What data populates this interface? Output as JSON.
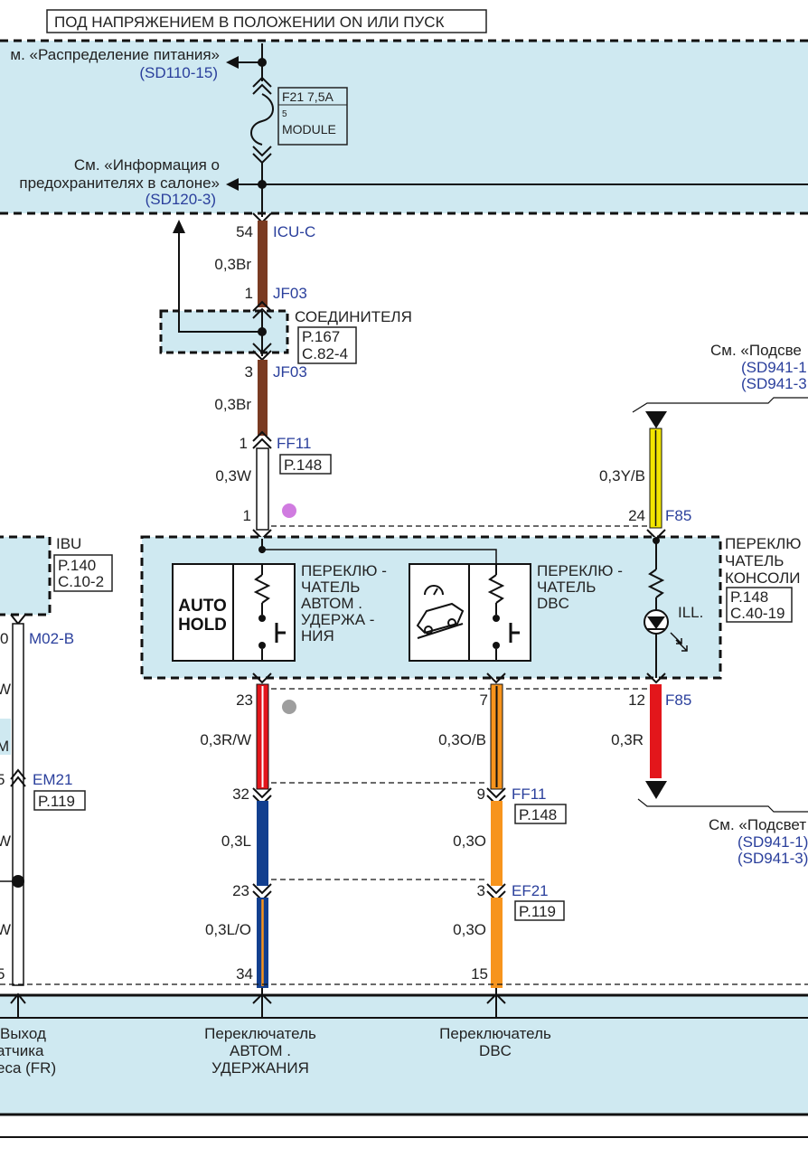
{
  "header": {
    "title": "ПОД НАПРЯЖЕНИЕМ  В ПОЛОЖЕНИИ ON  ИЛИ ПУСК"
  },
  "refs": {
    "power_dist_text": "м. «Распределение  питания»",
    "power_dist_code": "(SD110-15)",
    "fuse_info_line1": "См. «Информация о",
    "fuse_info_line2": "предохранителях  в салоне»",
    "fuse_info_code": "(SD120-3)",
    "backlight_top_text": "См. «Подсве",
    "backlight_top_code1": "(SD941-1",
    "backlight_top_code2": "(SD941-3",
    "backlight_bottom_text": "См. «Подсвет",
    "backlight_bottom_code1": "(SD941-1)",
    "backlight_bottom_code2": "(SD941-3)"
  },
  "fuse": {
    "name": "F21 7,5A",
    "pin": "5",
    "label": "MODULE"
  },
  "connectors": {
    "icu_pin": "54",
    "icu_name": "ICU-C",
    "jf03_top_pin": "1",
    "jf03_name_top": "JF03",
    "jf03_bottom_pin": "3",
    "jf03_name_bottom": "JF03",
    "joint_label": "СОЕДИНИТЕЛЯ",
    "joint_ref1": "P.167",
    "joint_ref2": "C.82-4",
    "ff11_top_pin": "1",
    "ff11_top_name": "FF11",
    "ff11_top_ref": "P.148",
    "sw_pin_left": "1",
    "sw_pin_right": "24",
    "f85_top": "F85",
    "autohold_out_pin": "23",
    "dbc_out_pin": "7",
    "f85_bottom_pin": "12",
    "f85_bottom": "F85",
    "ff11_mid_pin_left": "32",
    "ff11_mid_pin_right": "9",
    "ff11_mid_name": "FF11",
    "ff11_mid_ref": "P.148",
    "ef21_pin_left": "23",
    "ef21_pin_right": "3",
    "ef21_name": "EF21",
    "ef21_ref": "P.119",
    "bottom_pin_left": "34",
    "bottom_pin_right": "15",
    "ibu_name": "IBU",
    "ibu_ref1": "P.140",
    "ibu_ref2": "C.10-2",
    "m02_pin": "0",
    "m02_name": "M02-B",
    "em21_pin": "5",
    "em21_name": "EM21",
    "em21_ref": "P.119",
    "left_pin_bottom": "5"
  },
  "wires": {
    "brown1": "0,3Br",
    "brown2": "0,3Br",
    "white": "0,3W",
    "yellow": "0,3Y/B",
    "red_white": "0,3R/W",
    "orange_black": "0,3O/B",
    "red": "0,3R",
    "blue": "0,3L",
    "orange1": "0,3O",
    "blue_orange": "0,3L/O",
    "orange2": "0,3O",
    "left_w1": "W",
    "left_w2": "W",
    "left_w3": "W",
    "left_partial": "M"
  },
  "switch_module": {
    "autohold_label": [
      "ПЕРЕКЛЮ  -",
      "ЧАТЕЛЬ",
      "АВТОМ .",
      "УДЕРЖА  -",
      "НИЯ"
    ],
    "autohold_icon": [
      "AUTO",
      "HOLD"
    ],
    "dbc_label": [
      "ПЕРЕКЛЮ  -",
      "ЧАТЕЛЬ",
      "DBC"
    ],
    "console_label": [
      "ПЕРЕКЛЮ",
      "ЧАТЕЛЬ",
      "КОНСОЛИ"
    ],
    "console_ref1": "P.148",
    "console_ref2": "C.40-19",
    "ill_label": "ILL."
  },
  "bottom_labels": {
    "left": [
      "Выход",
      "атчика",
      "еса (FR)"
    ],
    "autohold": [
      "Переключатель",
      "АВТОМ .",
      "УДЕРЖАНИЯ"
    ],
    "dbc": [
      "Переключатель",
      "DBC"
    ]
  },
  "colors": {
    "panel": "#cfe9f1",
    "brown": "#7a3b22",
    "yellow": "#f2e600",
    "red": "#e3161b",
    "blue": "#123f8f",
    "orange": "#f7941d",
    "ref_blue": "#2a3f9c",
    "purple_dot": "#d07be0",
    "gray_dot": "#9e9e9e"
  }
}
